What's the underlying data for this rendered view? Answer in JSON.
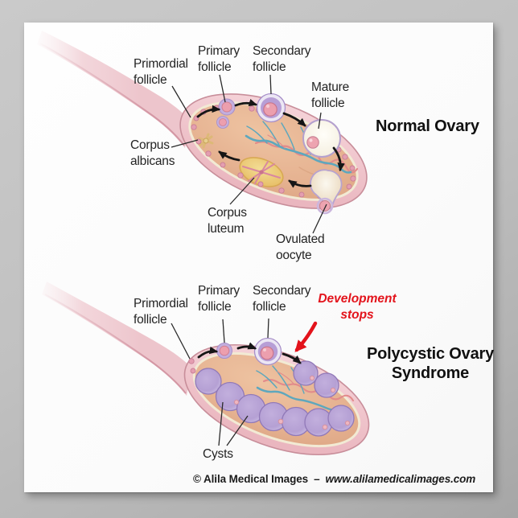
{
  "normal_section": {
    "title": "Normal Ovary",
    "labels": {
      "primordial_follicle": "Primordial follicle",
      "primary_follicle": "Primary follicle",
      "secondary_follicle": "Secondary follicle",
      "mature_follicle": "Mature follicle",
      "corpus_albicans": "Corpus albicans",
      "corpus_luteum": "Corpus luteum",
      "ovulated_oocyte": "Ovulated oocyte"
    }
  },
  "pcos_section": {
    "title": "Polycystic Ovary Syndrome",
    "labels": {
      "primordial_follicle": "Primordial follicle",
      "primary_follicle": "Primary follicle",
      "secondary_follicle": "Secondary follicle",
      "development_stops": "Development stops",
      "cysts": "Cysts"
    }
  },
  "footer": {
    "copyright": "© Alila Medical Images",
    "separator": "–",
    "website": "www.alilamedicalimages.com"
  },
  "colors": {
    "accent_red": "#e3131b",
    "ovary_wall_pink": "#f0c6cc",
    "ovary_interior_tan": "#e5b190",
    "cyst_purple": "#b8a2d6",
    "follicle_ring_purple": "#a78fc9",
    "oocyte_pink": "#ec9fae",
    "vessel_blue": "#5ea7bd",
    "vessel_red": "#e28b8b",
    "corpus_luteum_yellow": "#e9c05f",
    "arrow_black": "#161616"
  }
}
